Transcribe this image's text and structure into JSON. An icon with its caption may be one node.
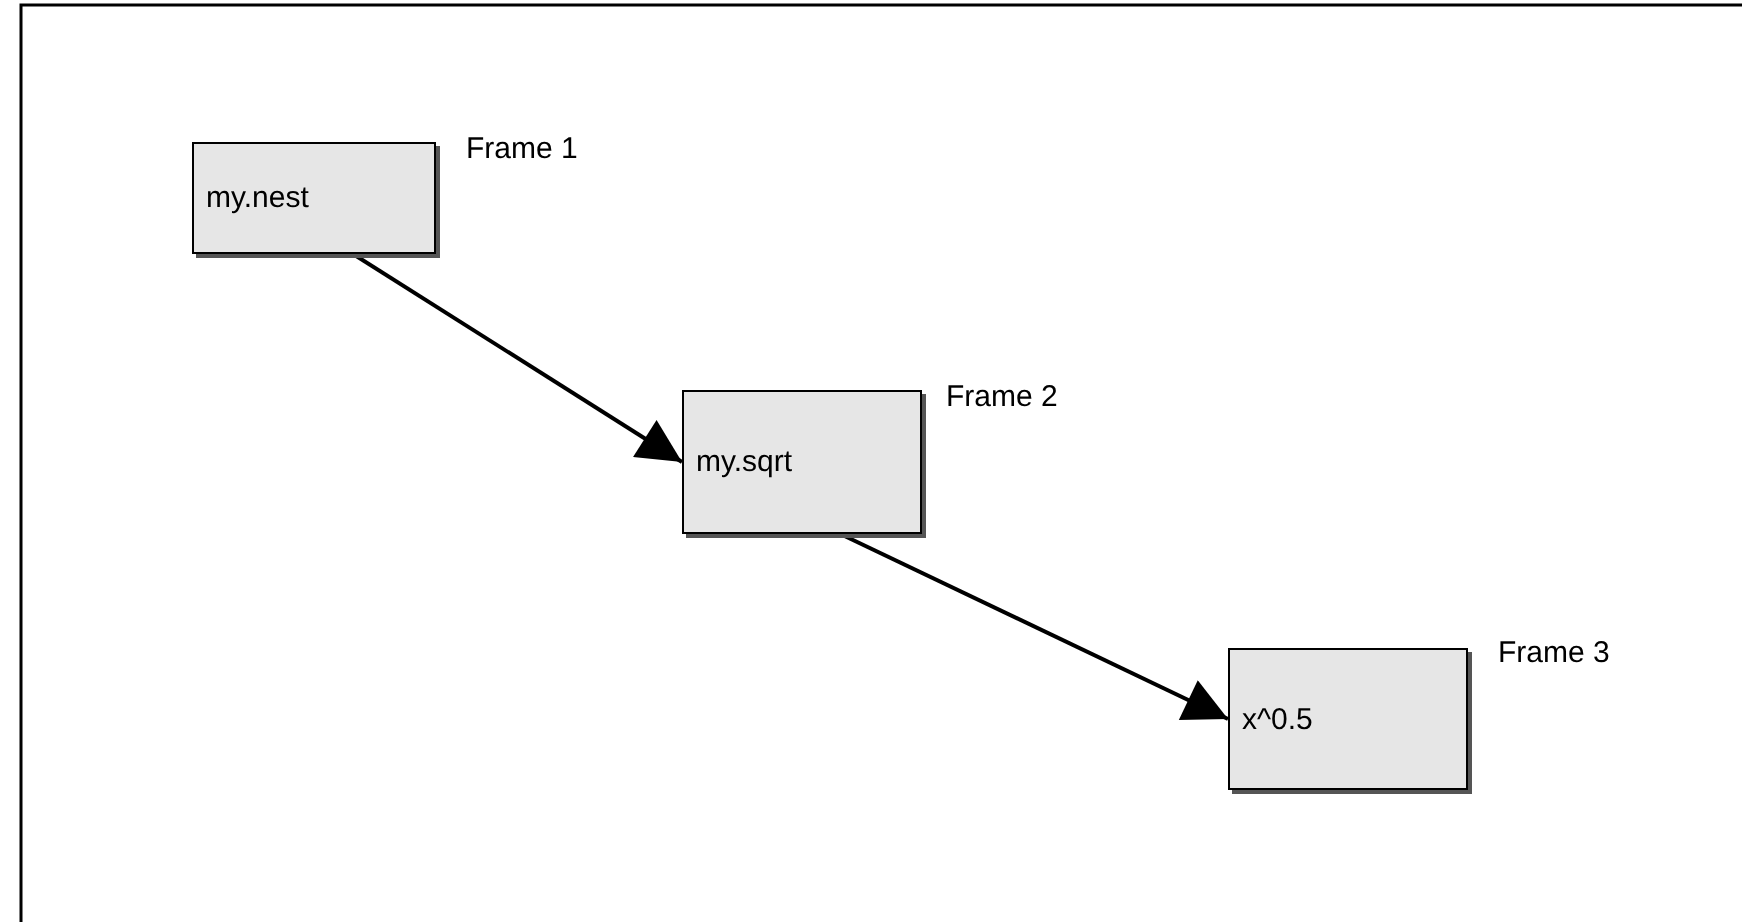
{
  "diagram": {
    "nodes": [
      {
        "text": [
          "my.nest"
        ],
        "beside": [
          "Frame 1"
        ]
      },
      {
        "text": [
          "my.sqrt"
        ],
        "beside": [
          "Frame 2"
        ]
      },
      {
        "text": [
          "x^0.5"
        ],
        "beside": [
          "Frame 3"
        ]
      }
    ],
    "edges": [
      {
        "from": 0,
        "to": 1,
        "arrow": "to"
      },
      {
        "from": 1,
        "to": 2,
        "arrow": "to"
      }
    ]
  }
}
